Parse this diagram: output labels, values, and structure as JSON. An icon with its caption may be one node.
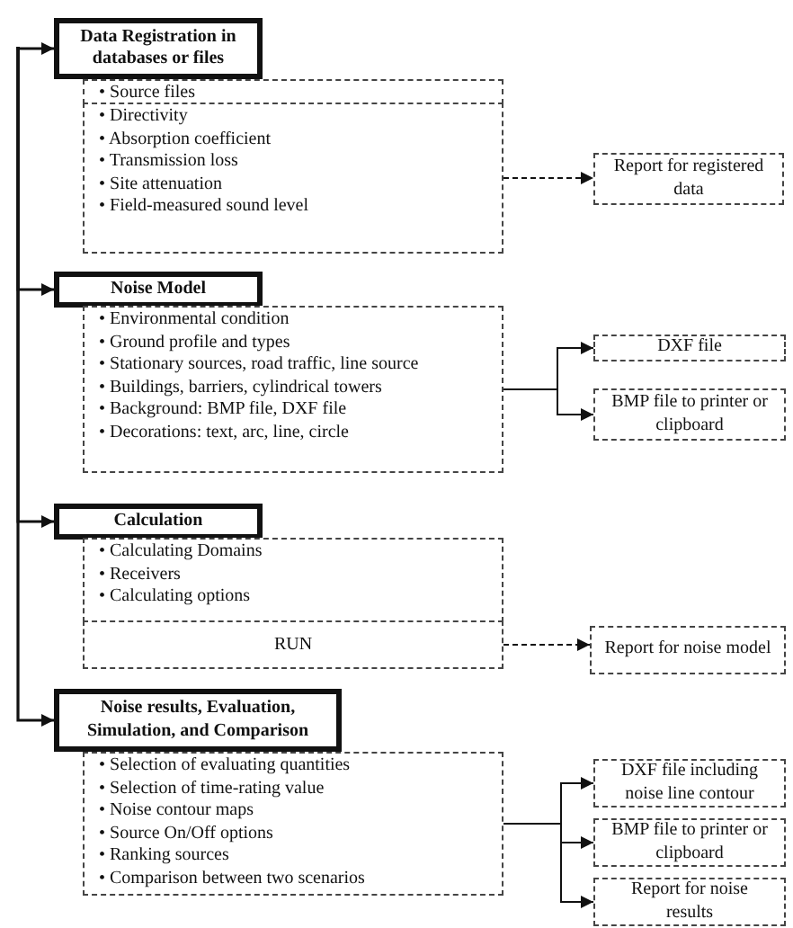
{
  "diagram": {
    "nodes": [
      {
        "text": [
          "Data Registration in databases or files"
        ]
      },
      {
        "text": [
          "• Source files"
        ]
      },
      {
        "text": [
          "• Directivity",
          "• Absorption coefficient",
          "• Transmission loss",
          "• Site attenuation",
          "• Field-measured sound level"
        ]
      },
      {
        "text": [
          "Report for registered data"
        ]
      },
      {
        "text": [
          "Noise Model"
        ]
      },
      {
        "text": [
          "• Environmental condition",
          "• Ground profile and types",
          "• Stationary sources, road traffic, line source",
          "• Buildings, barriers, cylindrical towers",
          "• Background: BMP file, DXF file",
          "• Decorations: text, arc, line, circle"
        ]
      },
      {
        "text": [
          "DXF file"
        ]
      },
      {
        "text": [
          "BMP file to printer or clipboard"
        ]
      },
      {
        "text": [
          "Calculation"
        ]
      },
      {
        "text": [
          "• Calculating Domains",
          "• Receivers",
          "• Calculating options"
        ]
      },
      {
        "text": [
          "RUN"
        ]
      },
      {
        "text": [
          "Report for noise model"
        ]
      },
      {
        "text": [
          "Noise results, Evaluation, Simulation, and Comparison"
        ]
      },
      {
        "text": [
          "• Selection of evaluating quantities",
          "• Selection of time-rating value",
          "• Noise contour maps",
          "• Source On/Off options",
          "• Ranking sources",
          "• Comparison between two scenarios"
        ]
      },
      {
        "text": [
          "DXF file including noise line contour"
        ]
      },
      {
        "text": [
          "BMP file to printer or clipboard"
        ]
      },
      {
        "text": [
          "Report for noise results"
        ]
      }
    ],
    "edges": [
      {
        "from": null,
        "to": 0,
        "arrow": "to"
      },
      {
        "from": null,
        "to": 4,
        "arrow": "to"
      },
      {
        "from": null,
        "to": 8,
        "arrow": "to"
      },
      {
        "from": null,
        "to": 12,
        "arrow": "to"
      },
      {
        "from": 2,
        "to": 3,
        "arrow": "to",
        "style": "dashed"
      },
      {
        "from": 5,
        "to": 6,
        "arrow": "to"
      },
      {
        "from": 5,
        "to": 7,
        "arrow": "to"
      },
      {
        "from": 10,
        "to": 11,
        "arrow": "to",
        "style": "dashed"
      },
      {
        "from": 13,
        "to": 14,
        "arrow": "to"
      },
      {
        "from": 13,
        "to": 15,
        "arrow": "to"
      },
      {
        "from": 13,
        "to": 16,
        "arrow": "to"
      }
    ]
  }
}
